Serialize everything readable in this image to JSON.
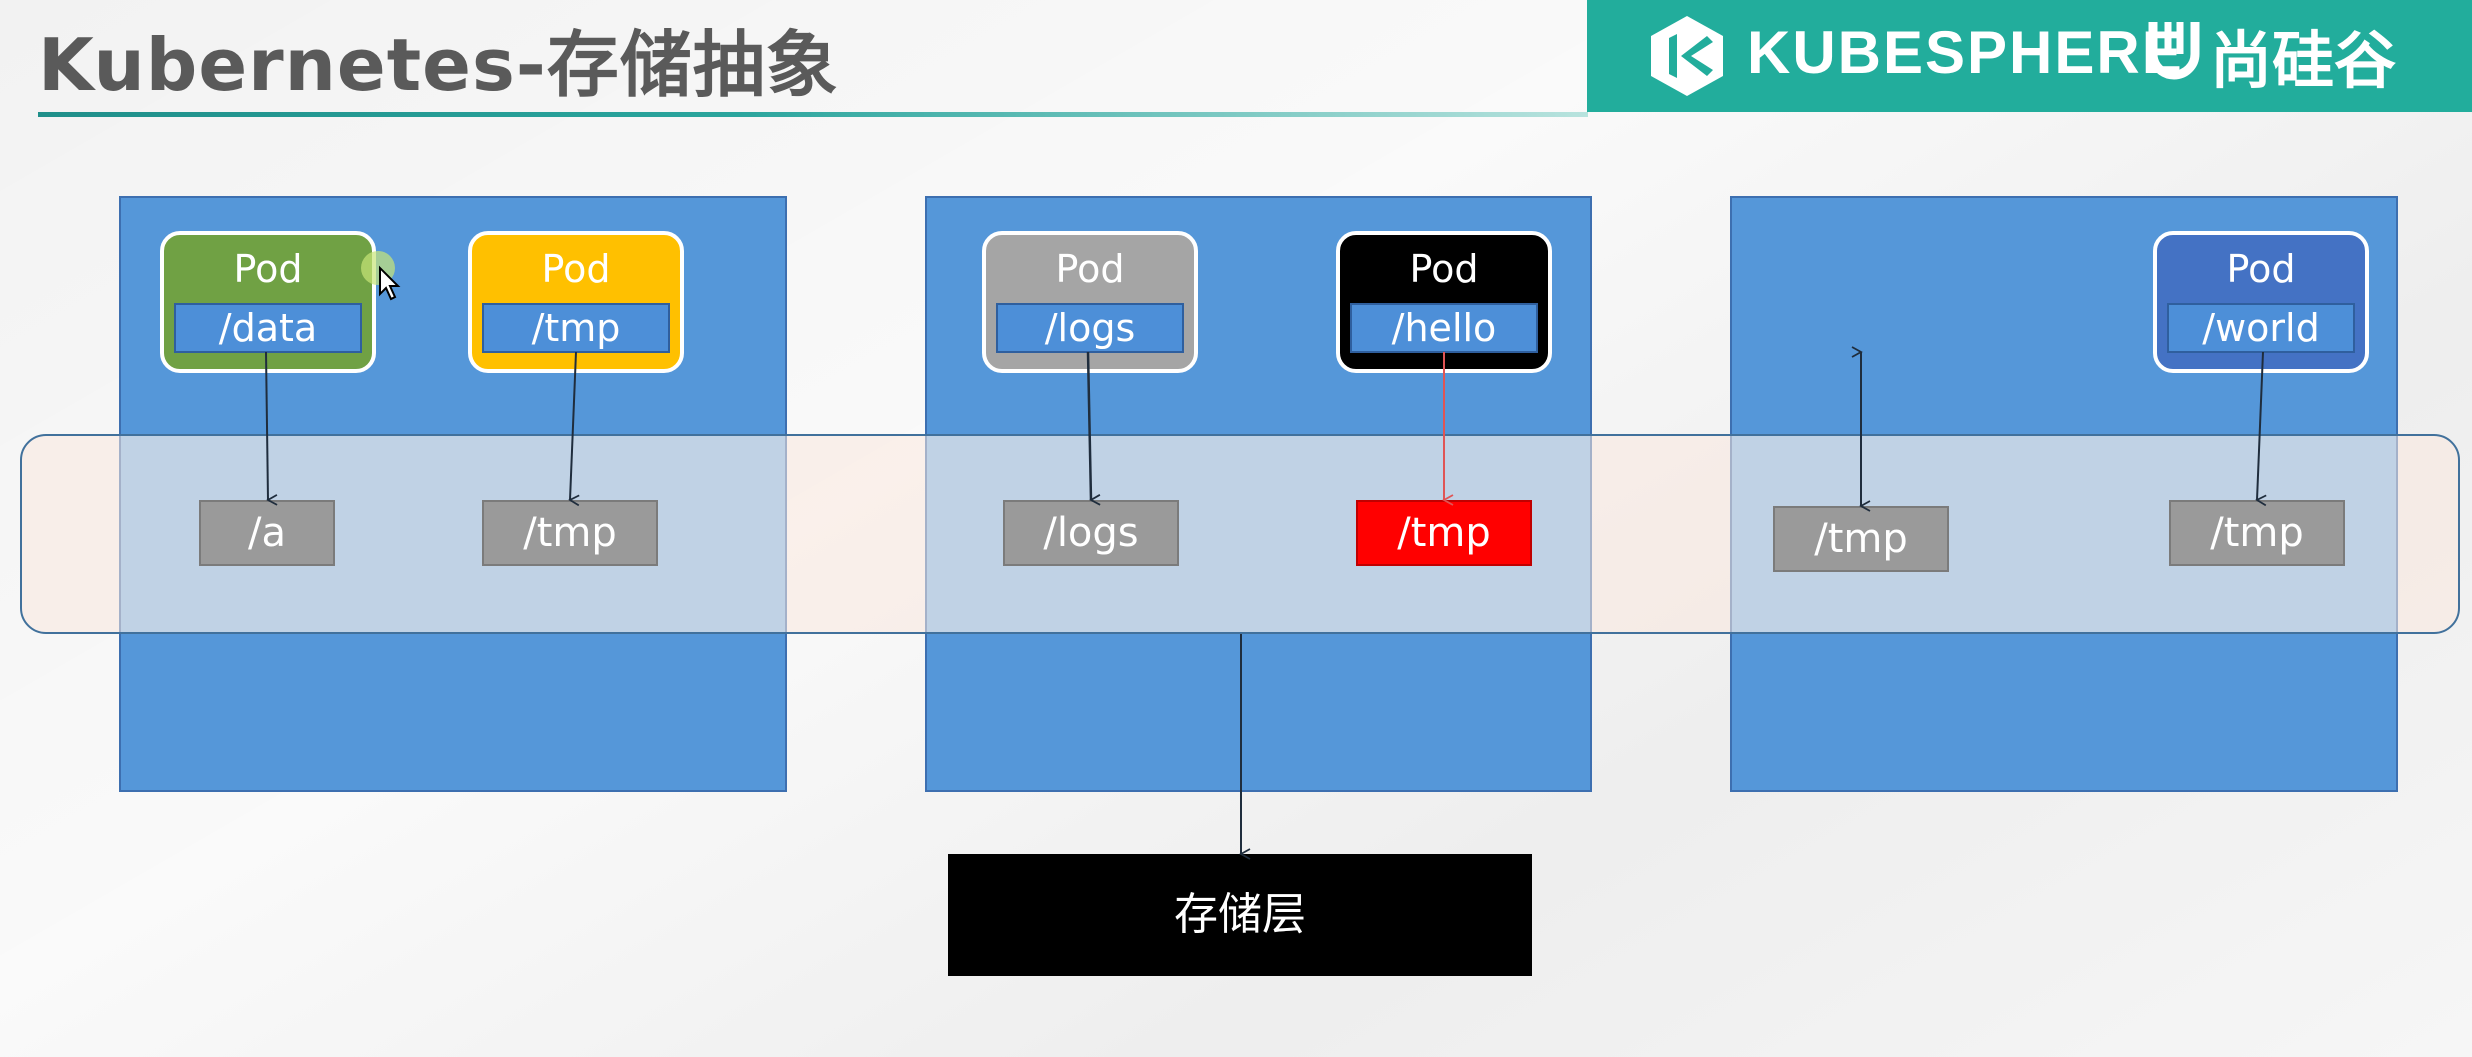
{
  "header": {
    "title": "Kubernetes-存储抽象",
    "brand": "KUBESPHERE",
    "brand_cn": "尚硅谷"
  },
  "nodes": [
    {
      "pods": [
        {
          "label": "Pod",
          "volume": "/data",
          "color": "#70a144"
        },
        {
          "label": "Pod",
          "volume": "/tmp",
          "color": "#ffc000"
        }
      ],
      "host_volumes": [
        "/a",
        "/tmp"
      ]
    },
    {
      "pods": [
        {
          "label": "Pod",
          "volume": "/logs",
          "color": "#a5a5a5"
        },
        {
          "label": "Pod",
          "volume": "/hello",
          "color": "#000000"
        }
      ],
      "host_volumes": [
        "/logs",
        "/tmp"
      ]
    },
    {
      "pods": [
        {
          "label": "Pod",
          "volume": "/world",
          "color": "#4472c4"
        }
      ],
      "host_volumes": [
        "/tmp",
        "/tmp"
      ]
    }
  ],
  "storage_layer": {
    "label": "存储层"
  },
  "colors": {
    "node_fill": "#5597d9",
    "band_border": "#41719c",
    "host_volume": "#9a9a9a",
    "highlight_volume": "#ff0000",
    "brand_bar": "#22ad9c"
  }
}
